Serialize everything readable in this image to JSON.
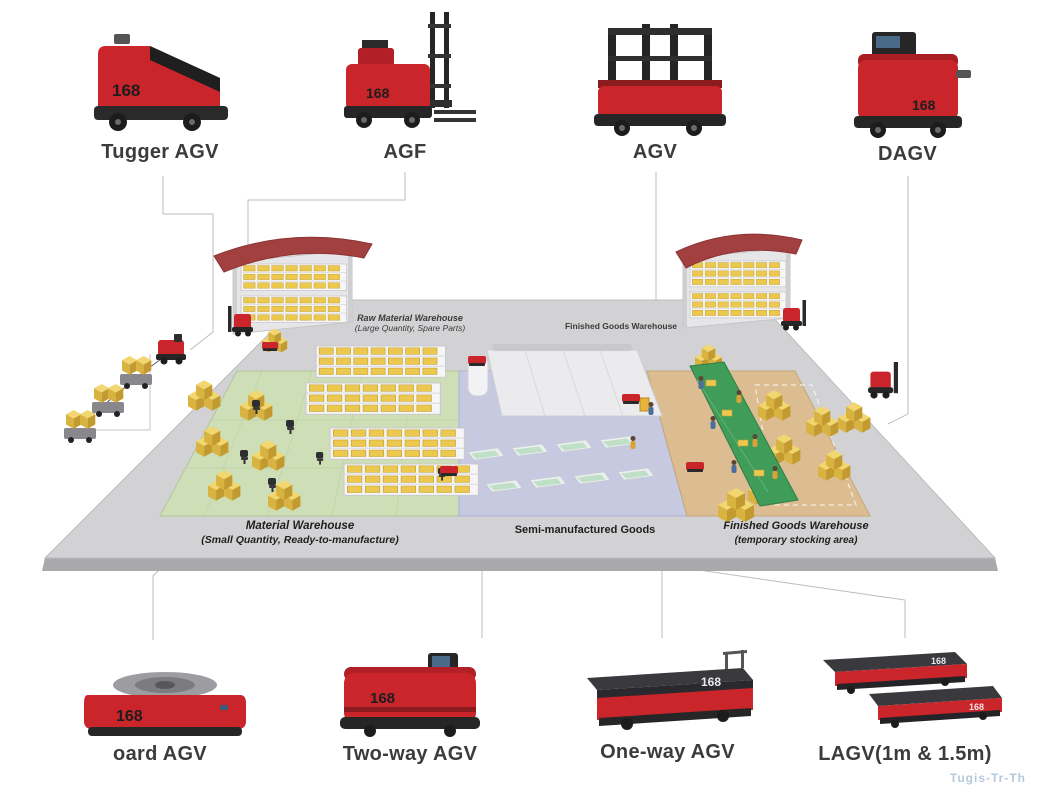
{
  "brand": {
    "logo": "168"
  },
  "palette": {
    "vehicle_red": "#c9252b",
    "vehicle_dark": "#262626",
    "zone_green": "#cedeb6",
    "zone_lavender": "#c6c9e0",
    "zone_tan": "#dcbd92",
    "roof_red": "#a24040",
    "box_yellow": "#ecc84f",
    "conveyor_green": "#3f9c59",
    "floor_gray": "#d2d2d4"
  },
  "top_vehicles": [
    {
      "label": "Tugger AGV"
    },
    {
      "label": "AGF"
    },
    {
      "label": "AGV"
    },
    {
      "label": "DAGV"
    }
  ],
  "bottom_vehicles": [
    {
      "label": "oard AGV"
    },
    {
      "label": "Two-way AGV"
    },
    {
      "label": "One-way AGV"
    },
    {
      "label": "LAGV(1m & 1.5m)"
    }
  ],
  "floor_labels": {
    "raw_material_1": "Raw Material Warehouse",
    "raw_material_2": "(Large Quantity, Spare Parts)",
    "finished_goods_top": "Finished Goods Warehouse",
    "material_1": "Material Warehouse",
    "material_2": "(Small Quantity, Ready-to-manufacture)",
    "semi_manufactured": "Semi-manufactured Goods",
    "finished_goods_1": "Finished Goods Warehouse",
    "finished_goods_2": "(temporary stocking area)"
  },
  "watermark": "Tugis-Tr-Th"
}
